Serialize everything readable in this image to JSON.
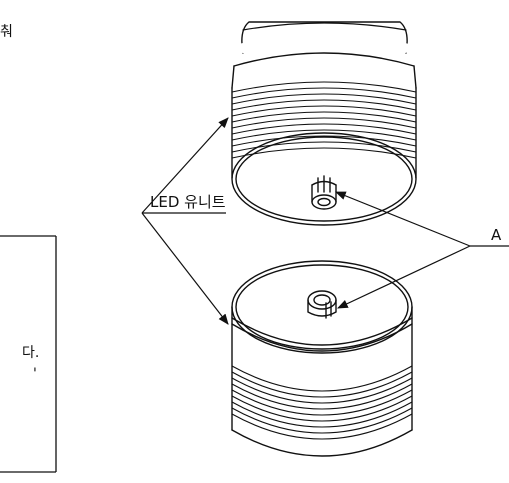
{
  "labels": {
    "led_unit": "LED 유니트",
    "part_a": "A"
  },
  "cropped_text": {
    "top_left": "춰",
    "box_line1": "다.",
    "box_line2": "'"
  },
  "colors": {
    "line": "#111111",
    "background": "#ffffff"
  }
}
